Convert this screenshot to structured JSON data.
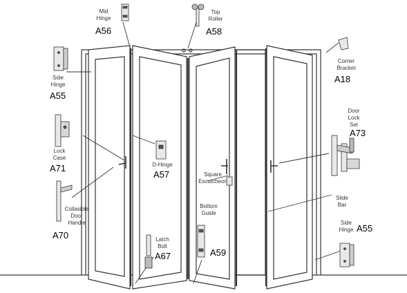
{
  "callouts": {
    "mid_hinge": {
      "name": "Mid\nHinge",
      "code": "A56"
    },
    "top_roller": {
      "name": "Top\nRoller",
      "code": "A58"
    },
    "corner_bracket": {
      "name": "Corner\nBracket",
      "code": "A18"
    },
    "side_hinge_left": {
      "name": "Side\nHinge",
      "code": "A55"
    },
    "door_lock_set": {
      "name": "Door\nLock\nSet",
      "code": "A73"
    },
    "lock_case": {
      "name": "Lock\nCase",
      "code": "A71"
    },
    "d_hinge": {
      "name": "D-Hinge",
      "code": "A57"
    },
    "square_escutcheon": {
      "name": "Square\nEscutcheon",
      "code": ""
    },
    "slide_bar": {
      "name": "Slide\nBar",
      "code": ""
    },
    "collapsible_handle": {
      "name": "Collasible\nDoor\nHandle",
      "code": "A70"
    },
    "bottom_guide": {
      "name": "Bottom\nGuide",
      "code": "A59"
    },
    "latch_bolt": {
      "name": "Latch\nBolt",
      "code": "A67"
    },
    "side_hinge_right": {
      "name": "Side\nHinge",
      "code": "A55"
    }
  }
}
